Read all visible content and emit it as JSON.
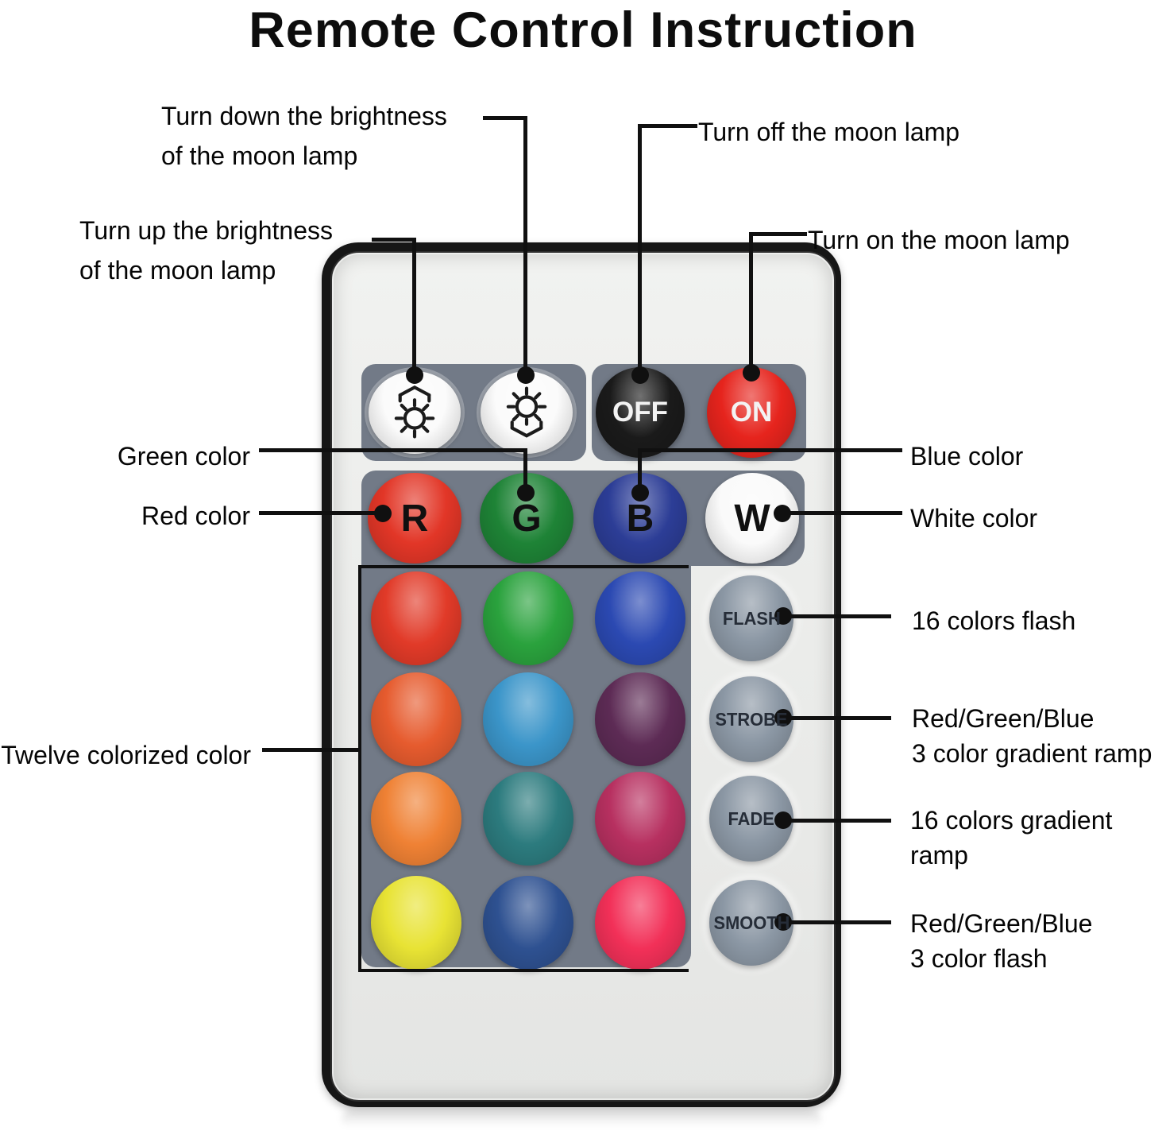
{
  "title": "Remote Control Instruction",
  "annotations": {
    "turn_down": "Turn down the brightness\nof the moon lamp",
    "turn_up": "Turn up the brightness\nof the moon lamp",
    "turn_off": "Turn off the moon lamp",
    "turn_on": "Turn on the moon lamp",
    "green": "Green color",
    "red": "Red color",
    "blue": "Blue color",
    "white": "White color",
    "flash": "16 colors flash",
    "strobe": "Red/Green/Blue\n3 color gradient ramp",
    "twelve": "Twelve colorized color",
    "fade": "16 colors gradient\nramp",
    "smooth": "Red/Green/Blue\n3 color flash"
  },
  "remote": {
    "top_row": {
      "brightness_up_icon": "sun-with-up-arrow",
      "brightness_down_icon": "sun-with-down-arrow",
      "off_label": "OFF",
      "on_label": "ON"
    },
    "rgbw_row": [
      {
        "label": "R",
        "name": "red",
        "hex": "#e23627"
      },
      {
        "label": "G",
        "name": "green",
        "hex": "#1e8336"
      },
      {
        "label": "B",
        "name": "blue",
        "hex": "#2c3d96"
      },
      {
        "label": "W",
        "name": "white",
        "hex": "#fafafa"
      }
    ],
    "grid": {
      "colors": [
        {
          "name": "red",
          "hex": "#e13a28"
        },
        {
          "name": "green",
          "hex": "#2aa23d"
        },
        {
          "name": "blue",
          "hex": "#2b49b2"
        },
        {
          "name": "orange-red",
          "hex": "#e65b2e"
        },
        {
          "name": "sky-blue",
          "hex": "#3b95c9"
        },
        {
          "name": "plum",
          "hex": "#5d2b55"
        },
        {
          "name": "orange",
          "hex": "#ef8134"
        },
        {
          "name": "teal",
          "hex": "#2c7b7e"
        },
        {
          "name": "raspberry",
          "hex": "#b73060"
        },
        {
          "name": "yellow",
          "hex": "#e8e334"
        },
        {
          "name": "navy",
          "hex": "#2e5191"
        },
        {
          "name": "pink",
          "hex": "#f23058"
        }
      ]
    },
    "mode_buttons": [
      {
        "label": "FLASH",
        "hex": "#8b97a4"
      },
      {
        "label": "STROBE",
        "hex": "#8b97a4"
      },
      {
        "label": "FADE",
        "hex": "#8b97a4"
      },
      {
        "label": "SMOOTH",
        "hex": "#8b97a4"
      }
    ],
    "colors": {
      "panel": "#727a87",
      "body": "#ebecea",
      "frame": "#161616",
      "off_button": "#1a1a1a",
      "on_button": "#e6241d",
      "white_button": "#fbfbfb",
      "mode_gray": "#8b97a4",
      "leader": "#101010"
    }
  }
}
